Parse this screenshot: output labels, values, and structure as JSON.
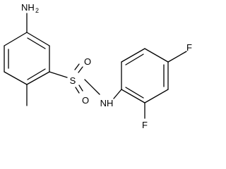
{
  "molecule": {
    "atoms": {
      "amine_n": "NH",
      "amine_h_count": "2",
      "sulfur": "S",
      "oxygen_top": "O",
      "oxygen_bottom": "O",
      "sulfonamide_n": "NH",
      "fluorine_para": "F",
      "fluorine_ortho": "F"
    },
    "colors": {
      "bond": "#000000",
      "label": "#000000",
      "background": "#ffffff"
    }
  }
}
